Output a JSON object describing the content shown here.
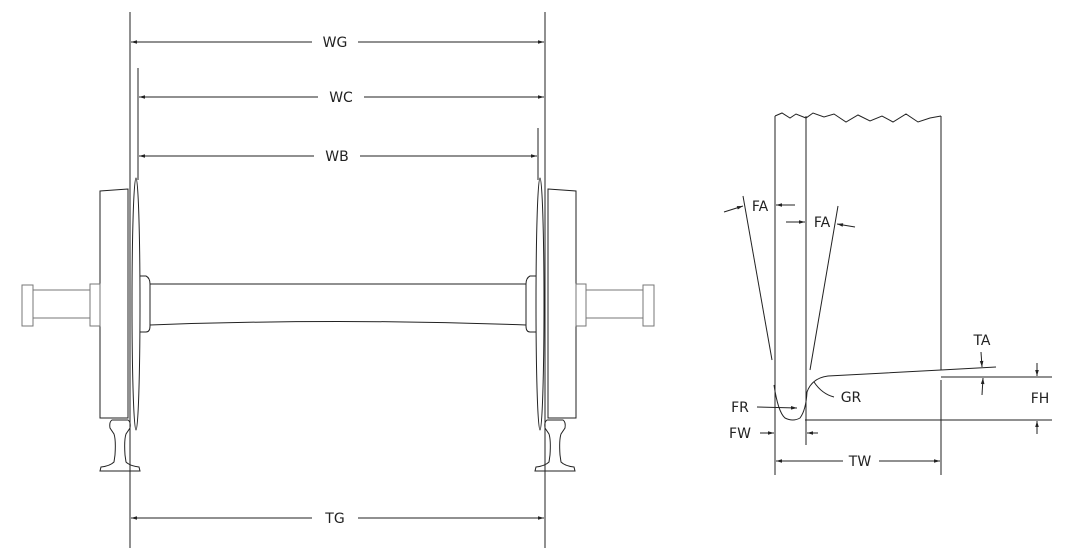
{
  "labels": {
    "wg": "WG",
    "wc": "WC",
    "wb": "WB",
    "tg": "TG",
    "fa_left": "FA",
    "fa_right": "FA",
    "ta": "TA",
    "gr": "GR",
    "fh": "FH",
    "fr": "FR",
    "fw": "FW",
    "tw": "TW"
  }
}
